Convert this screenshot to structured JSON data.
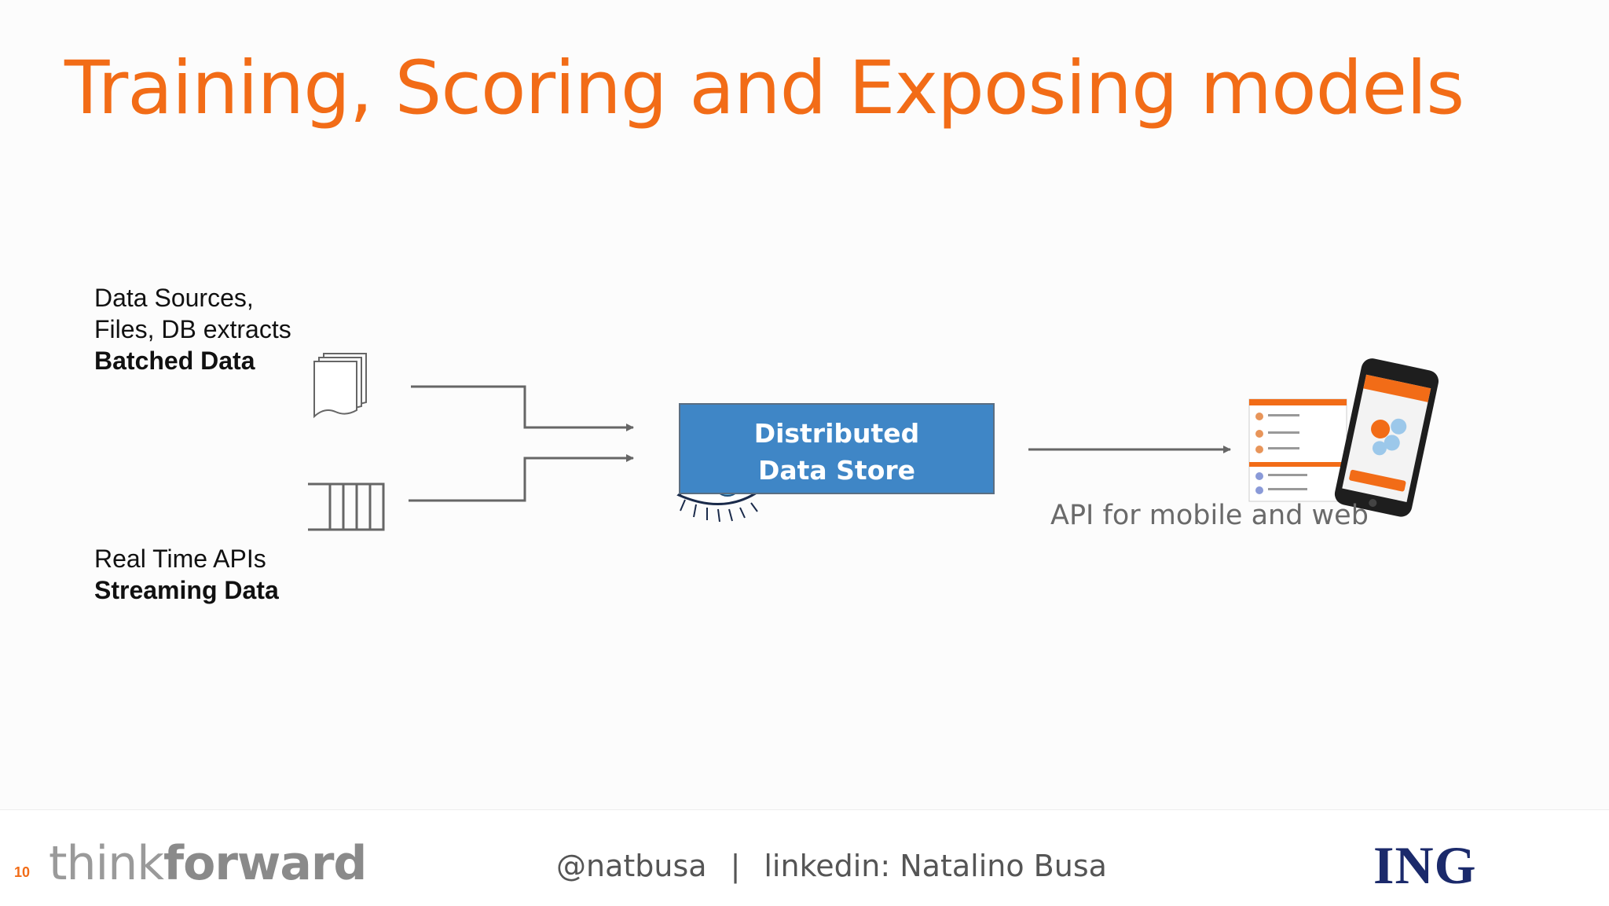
{
  "title": "Training, Scoring and Exposing models",
  "sources": {
    "batched": [
      "Data Sources,",
      "Files, DB extracts",
      "Batched Data"
    ],
    "streaming": [
      "Real Time APIs",
      "Streaming Data"
    ]
  },
  "store": {
    "lines": [
      "Distributed",
      "Data Store"
    ]
  },
  "api_label": "API for mobile and web",
  "footer": {
    "page_number": "10",
    "brand_part1": "think",
    "brand_part2": "forward",
    "twitter": "@natbusa",
    "separator": "|",
    "linkedin": "linkedin: Natalino Busa",
    "logo_text": "ING"
  },
  "colors": {
    "title": "#f26c17",
    "store_fill": "#3f86c6",
    "connector": "#666666",
    "ing_blue": "#1b2a6b",
    "ing_orange": "#f08a1c"
  }
}
